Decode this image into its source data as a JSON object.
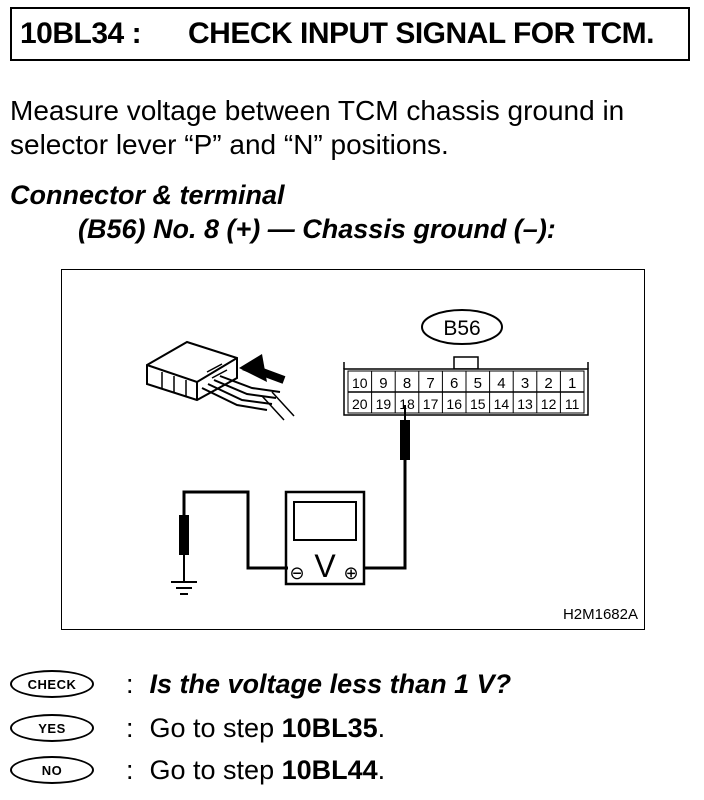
{
  "header": {
    "code": "10BL34 :",
    "title": "CHECK INPUT SIGNAL FOR TCM."
  },
  "intro": "Measure voltage between TCM chassis ground in selector lever “P” and “N” positions.",
  "connector": {
    "heading": "Connector & terminal",
    "terminal": "(B56) No. 8 (+) — Chassis ground (–):"
  },
  "figure": {
    "connector_label": "B56",
    "top_row": [
      "10",
      "9",
      "8",
      "7",
      "6",
      "5",
      "4",
      "3",
      "2",
      "1"
    ],
    "bottom_row": [
      "20",
      "19",
      "18",
      "17",
      "16",
      "15",
      "14",
      "13",
      "12",
      "11"
    ],
    "meter_label": "V",
    "minus_symbol": "⊖",
    "plus_symbol": "⊕",
    "code": "H2M1682A",
    "icons": [
      "connector-plug-icon",
      "arrow-icon",
      "voltmeter-icon",
      "ground-icon",
      "probe-icon"
    ]
  },
  "answers": {
    "check_badge": "CHECK",
    "check_colon": ":",
    "check_question": "Is the voltage less than 1 V?",
    "yes_badge": "YES",
    "yes_colon": ":",
    "yes_prefix": "Go to step ",
    "yes_step": "10BL35",
    "yes_suffix": ".",
    "no_badge": "NO",
    "no_colon": ":",
    "no_prefix": "Go to step ",
    "no_step": "10BL44",
    "no_suffix": "."
  }
}
